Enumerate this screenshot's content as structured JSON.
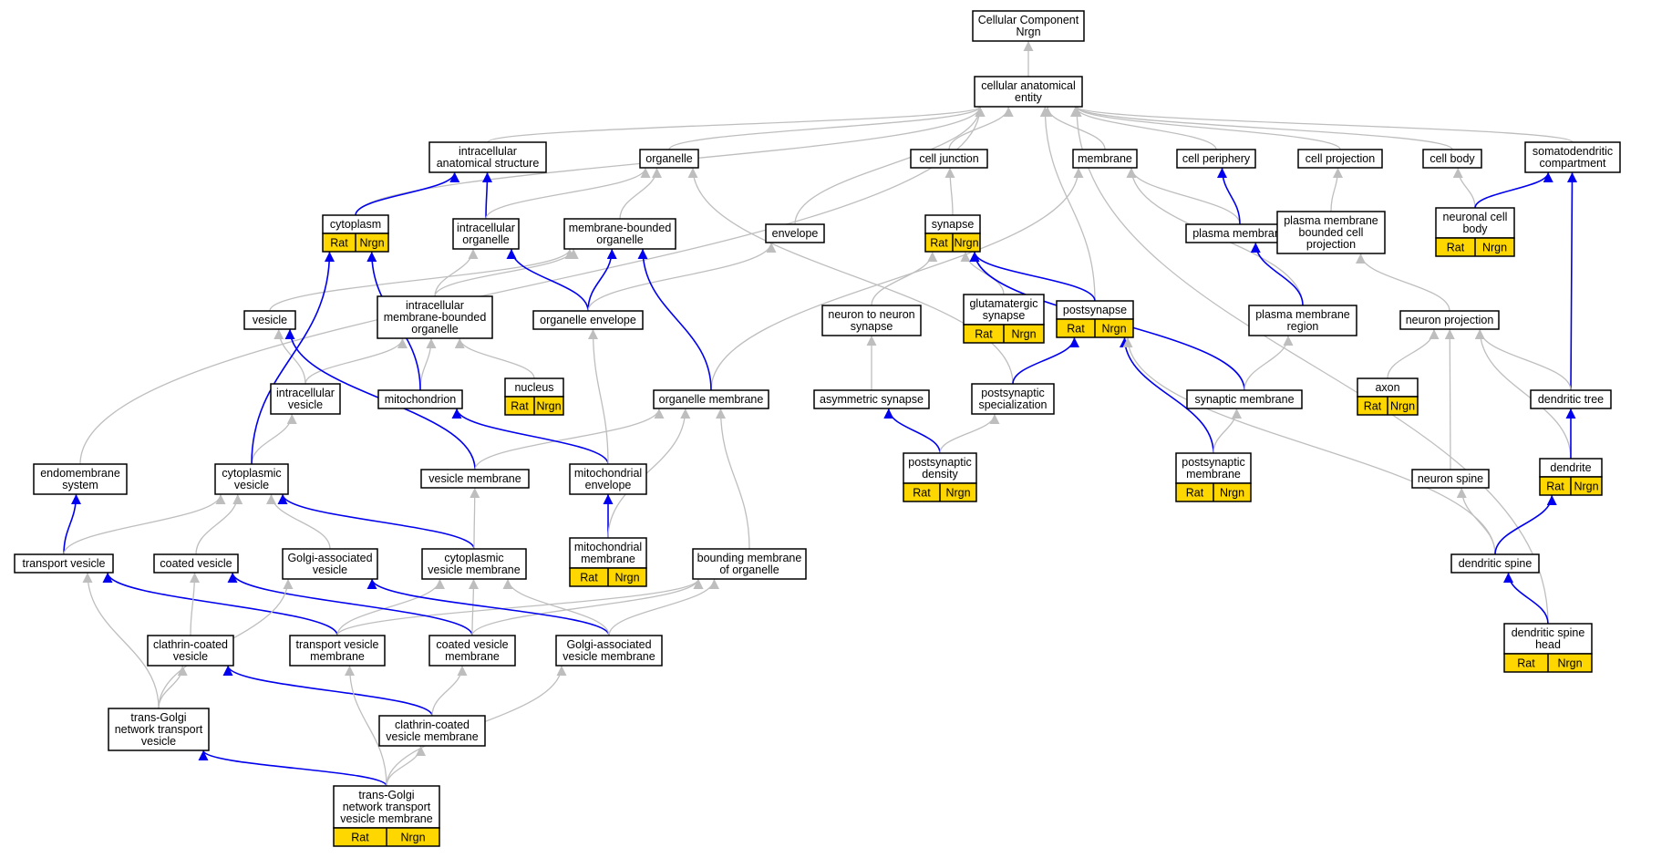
{
  "colors": {
    "background": "#ffffff",
    "node_fill": "#ffffff",
    "node_stroke": "#000000",
    "annotated_fill": "#ffd700",
    "edge_gray": "#bebebe",
    "edge_blue": "#0000ee"
  },
  "annotation_labels": [
    "Rat",
    "Nrgn"
  ],
  "nodes": [
    {
      "id": "root",
      "lines": [
        "Cellular Component",
        "Nrgn"
      ],
      "annotated": false
    },
    {
      "id": "cae",
      "lines": [
        "cellular anatomical",
        "entity"
      ],
      "annotated": false
    },
    {
      "id": "ias",
      "lines": [
        "intracellular",
        "anatomical structure"
      ],
      "annotated": false
    },
    {
      "id": "organelle",
      "lines": [
        "organelle"
      ],
      "annotated": false
    },
    {
      "id": "celljunction",
      "lines": [
        "cell junction"
      ],
      "annotated": false
    },
    {
      "id": "membrane",
      "lines": [
        "membrane"
      ],
      "annotated": false
    },
    {
      "id": "periphery",
      "lines": [
        "cell periphery"
      ],
      "annotated": false
    },
    {
      "id": "cellproj",
      "lines": [
        "cell projection"
      ],
      "annotated": false
    },
    {
      "id": "cellbody",
      "lines": [
        "cell body"
      ],
      "annotated": false
    },
    {
      "id": "somato",
      "lines": [
        "somatodendritic",
        "compartment"
      ],
      "annotated": false
    },
    {
      "id": "cytoplasm",
      "lines": [
        "cytoplasm"
      ],
      "annotated": true
    },
    {
      "id": "io",
      "lines": [
        "intracellular",
        "organelle"
      ],
      "annotated": false
    },
    {
      "id": "mbo",
      "lines": [
        "membrane-bounded",
        "organelle"
      ],
      "annotated": false
    },
    {
      "id": "envelope",
      "lines": [
        "envelope"
      ],
      "annotated": false
    },
    {
      "id": "synapse",
      "lines": [
        "synapse"
      ],
      "annotated": true
    },
    {
      "id": "pm",
      "lines": [
        "plasma membrane"
      ],
      "annotated": false
    },
    {
      "id": "pmbcp",
      "lines": [
        "plasma membrane",
        "bounded cell",
        "projection"
      ],
      "annotated": false
    },
    {
      "id": "ncb",
      "lines": [
        "neuronal cell",
        "body"
      ],
      "annotated": true
    },
    {
      "id": "vesicle",
      "lines": [
        "vesicle"
      ],
      "annotated": false
    },
    {
      "id": "imbo",
      "lines": [
        "intracellular",
        "membrane-bounded",
        "organelle"
      ],
      "annotated": false
    },
    {
      "id": "orgenv",
      "lines": [
        "organelle envelope"
      ],
      "annotated": false
    },
    {
      "id": "n2n",
      "lines": [
        "neuron to neuron",
        "synapse"
      ],
      "annotated": false
    },
    {
      "id": "glut",
      "lines": [
        "glutamatergic",
        "synapse"
      ],
      "annotated": true
    },
    {
      "id": "postsyn",
      "lines": [
        "postsynapse"
      ],
      "annotated": true
    },
    {
      "id": "pmr",
      "lines": [
        "plasma membrane",
        "region"
      ],
      "annotated": false
    },
    {
      "id": "neuproj",
      "lines": [
        "neuron projection"
      ],
      "annotated": false
    },
    {
      "id": "nucleus",
      "lines": [
        "nucleus"
      ],
      "annotated": true
    },
    {
      "id": "iv",
      "lines": [
        "intracellular",
        "vesicle"
      ],
      "annotated": false
    },
    {
      "id": "mito",
      "lines": [
        "mitochondrion"
      ],
      "annotated": false
    },
    {
      "id": "orgmem",
      "lines": [
        "organelle membrane"
      ],
      "annotated": false
    },
    {
      "id": "asym",
      "lines": [
        "asymmetric synapse"
      ],
      "annotated": false
    },
    {
      "id": "pss",
      "lines": [
        "postsynaptic",
        "specialization"
      ],
      "annotated": false
    },
    {
      "id": "synmem",
      "lines": [
        "synaptic membrane"
      ],
      "annotated": false
    },
    {
      "id": "axon",
      "lines": [
        "axon"
      ],
      "annotated": true
    },
    {
      "id": "dtree",
      "lines": [
        "dendritic tree"
      ],
      "annotated": false
    },
    {
      "id": "ems",
      "lines": [
        "endomembrane",
        "system"
      ],
      "annotated": false
    },
    {
      "id": "cytves",
      "lines": [
        "cytoplasmic",
        "vesicle"
      ],
      "annotated": false
    },
    {
      "id": "vesmem",
      "lines": [
        "vesicle membrane"
      ],
      "annotated": false
    },
    {
      "id": "mitoenv",
      "lines": [
        "mitochondrial",
        "envelope"
      ],
      "annotated": false
    },
    {
      "id": "psd",
      "lines": [
        "postsynaptic",
        "density"
      ],
      "annotated": true
    },
    {
      "id": "psm",
      "lines": [
        "postsynaptic",
        "membrane"
      ],
      "annotated": true
    },
    {
      "id": "nspine",
      "lines": [
        "neuron spine"
      ],
      "annotated": false
    },
    {
      "id": "dendrite",
      "lines": [
        "dendrite"
      ],
      "annotated": true
    },
    {
      "id": "tv",
      "lines": [
        "transport vesicle"
      ],
      "annotated": false
    },
    {
      "id": "cv",
      "lines": [
        "coated vesicle"
      ],
      "annotated": false
    },
    {
      "id": "gav",
      "lines": [
        "Golgi-associated",
        "vesicle"
      ],
      "annotated": false
    },
    {
      "id": "cvm",
      "lines": [
        "cytoplasmic",
        "vesicle membrane"
      ],
      "annotated": false
    },
    {
      "id": "mitomem",
      "lines": [
        "mitochondrial",
        "membrane"
      ],
      "annotated": true
    },
    {
      "id": "bmo",
      "lines": [
        "bounding membrane",
        "of organelle"
      ],
      "annotated": false
    },
    {
      "id": "dspine",
      "lines": [
        "dendritic spine"
      ],
      "annotated": false
    },
    {
      "id": "ccv",
      "lines": [
        "clathrin-coated",
        "vesicle"
      ],
      "annotated": false
    },
    {
      "id": "tvm",
      "lines": [
        "transport vesicle",
        "membrane"
      ],
      "annotated": false
    },
    {
      "id": "coatvm",
      "lines": [
        "coated vesicle",
        "membrane"
      ],
      "annotated": false
    },
    {
      "id": "gavm",
      "lines": [
        "Golgi-associated",
        "vesicle membrane"
      ],
      "annotated": false
    },
    {
      "id": "dsh",
      "lines": [
        "dendritic spine",
        "head"
      ],
      "annotated": true
    },
    {
      "id": "tgntv",
      "lines": [
        "trans-Golgi",
        "network transport",
        "vesicle"
      ],
      "annotated": false
    },
    {
      "id": "ccvm",
      "lines": [
        "clathrin-coated",
        "vesicle membrane"
      ],
      "annotated": false
    },
    {
      "id": "tgntvm",
      "lines": [
        "trans-Golgi",
        "network transport",
        "vesicle membrane"
      ],
      "annotated": true
    }
  ],
  "edges": [
    {
      "from": "cae",
      "to": "root",
      "relation": "is_a"
    },
    {
      "from": "ias",
      "to": "cae",
      "relation": "is_a"
    },
    {
      "from": "organelle",
      "to": "cae",
      "relation": "is_a"
    },
    {
      "from": "celljunction",
      "to": "cae",
      "relation": "is_a"
    },
    {
      "from": "membrane",
      "to": "cae",
      "relation": "is_a"
    },
    {
      "from": "periphery",
      "to": "cae",
      "relation": "is_a"
    },
    {
      "from": "cellproj",
      "to": "cae",
      "relation": "is_a"
    },
    {
      "from": "cellbody",
      "to": "cae",
      "relation": "is_a"
    },
    {
      "from": "somato",
      "to": "cae",
      "relation": "is_a"
    },
    {
      "from": "cytoplasm",
      "to": "cae",
      "relation": "is_a"
    },
    {
      "from": "envelope",
      "to": "cae",
      "relation": "is_a"
    },
    {
      "from": "postsyn",
      "to": "cae",
      "relation": "is_a"
    },
    {
      "from": "ems",
      "to": "cae",
      "relation": "is_a"
    },
    {
      "from": "dsh",
      "to": "cae",
      "relation": "is_a"
    },
    {
      "from": "cytoplasm",
      "to": "ias",
      "relation": "part_of"
    },
    {
      "from": "io",
      "to": "ias",
      "relation": "part_of"
    },
    {
      "from": "io",
      "to": "organelle",
      "relation": "is_a"
    },
    {
      "from": "mbo",
      "to": "organelle",
      "relation": "is_a"
    },
    {
      "from": "pss",
      "to": "organelle",
      "relation": "is_a"
    },
    {
      "from": "synapse",
      "to": "celljunction",
      "relation": "is_a"
    },
    {
      "from": "pm",
      "to": "membrane",
      "relation": "is_a"
    },
    {
      "from": "pmr",
      "to": "membrane",
      "relation": "is_a"
    },
    {
      "from": "orgmem",
      "to": "membrane",
      "relation": "is_a"
    },
    {
      "from": "pm",
      "to": "periphery",
      "relation": "part_of"
    },
    {
      "from": "pmbcp",
      "to": "cellproj",
      "relation": "is_a"
    },
    {
      "from": "ncb",
      "to": "cellbody",
      "relation": "is_a"
    },
    {
      "from": "ncb",
      "to": "somato",
      "relation": "part_of"
    },
    {
      "from": "dtree",
      "to": "somato",
      "relation": "part_of"
    },
    {
      "from": "vesicle",
      "to": "mbo",
      "relation": "is_a"
    },
    {
      "from": "imbo",
      "to": "mbo",
      "relation": "is_a"
    },
    {
      "from": "imbo",
      "to": "io",
      "relation": "is_a"
    },
    {
      "from": "orgenv",
      "to": "mbo",
      "relation": "part_of"
    },
    {
      "from": "orgenv",
      "to": "io",
      "relation": "part_of"
    },
    {
      "from": "orgenv",
      "to": "envelope",
      "relation": "is_a"
    },
    {
      "from": "orgmem",
      "to": "mbo",
      "relation": "part_of"
    },
    {
      "from": "n2n",
      "to": "synapse",
      "relation": "is_a"
    },
    {
      "from": "glut",
      "to": "synapse",
      "relation": "is_a"
    },
    {
      "from": "postsyn",
      "to": "synapse",
      "relation": "part_of"
    },
    {
      "from": "synmem",
      "to": "synapse",
      "relation": "part_of"
    },
    {
      "from": "pmr",
      "to": "pm",
      "relation": "part_of"
    },
    {
      "from": "synmem",
      "to": "pmr",
      "relation": "is_a"
    },
    {
      "from": "neuproj",
      "to": "pmbcp",
      "relation": "is_a"
    },
    {
      "from": "axon",
      "to": "neuproj",
      "relation": "is_a"
    },
    {
      "from": "dtree",
      "to": "neuproj",
      "relation": "is_a"
    },
    {
      "from": "nspine",
      "to": "neuproj",
      "relation": "is_a"
    },
    {
      "from": "dendrite",
      "to": "neuproj",
      "relation": "is_a"
    },
    {
      "from": "dendrite",
      "to": "dtree",
      "relation": "part_of"
    },
    {
      "from": "nucleus",
      "to": "imbo",
      "relation": "is_a"
    },
    {
      "from": "iv",
      "to": "vesicle",
      "relation": "is_a"
    },
    {
      "from": "iv",
      "to": "imbo",
      "relation": "is_a"
    },
    {
      "from": "mito",
      "to": "imbo",
      "relation": "is_a"
    },
    {
      "from": "mito",
      "to": "cytoplasm",
      "relation": "part_of"
    },
    {
      "from": "cytves",
      "to": "iv",
      "relation": "is_a"
    },
    {
      "from": "cytves",
      "to": "cytoplasm",
      "relation": "part_of"
    },
    {
      "from": "vesmem",
      "to": "vesicle",
      "relation": "part_of"
    },
    {
      "from": "vesmem",
      "to": "orgmem",
      "relation": "is_a"
    },
    {
      "from": "mitoenv",
      "to": "mito",
      "relation": "part_of"
    },
    {
      "from": "mitoenv",
      "to": "orgenv",
      "relation": "is_a"
    },
    {
      "from": "mitomem",
      "to": "mitoenv",
      "relation": "part_of"
    },
    {
      "from": "mitomem",
      "to": "orgmem",
      "relation": "is_a"
    },
    {
      "from": "bmo",
      "to": "orgmem",
      "relation": "is_a"
    },
    {
      "from": "asym",
      "to": "n2n",
      "relation": "is_a"
    },
    {
      "from": "psd",
      "to": "asym",
      "relation": "part_of"
    },
    {
      "from": "psd",
      "to": "pss",
      "relation": "is_a"
    },
    {
      "from": "pss",
      "to": "postsyn",
      "relation": "part_of"
    },
    {
      "from": "psm",
      "to": "postsyn",
      "relation": "part_of"
    },
    {
      "from": "psm",
      "to": "synmem",
      "relation": "is_a"
    },
    {
      "from": "dspine",
      "to": "postsyn",
      "relation": "is_a"
    },
    {
      "from": "dspine",
      "to": "nspine",
      "relation": "is_a"
    },
    {
      "from": "dspine",
      "to": "dendrite",
      "relation": "part_of"
    },
    {
      "from": "dsh",
      "to": "dspine",
      "relation": "part_of"
    },
    {
      "from": "tv",
      "to": "ems",
      "relation": "part_of"
    },
    {
      "from": "tv",
      "to": "cytves",
      "relation": "is_a"
    },
    {
      "from": "cv",
      "to": "cytves",
      "relation": "is_a"
    },
    {
      "from": "gav",
      "to": "cytves",
      "relation": "is_a"
    },
    {
      "from": "cvm",
      "to": "cytves",
      "relation": "part_of"
    },
    {
      "from": "cvm",
      "to": "vesmem",
      "relation": "is_a"
    },
    {
      "from": "tvm",
      "to": "tv",
      "relation": "part_of"
    },
    {
      "from": "tvm",
      "to": "cvm",
      "relation": "is_a"
    },
    {
      "from": "tvm",
      "to": "bmo",
      "relation": "is_a"
    },
    {
      "from": "coatvm",
      "to": "cv",
      "relation": "part_of"
    },
    {
      "from": "coatvm",
      "to": "cvm",
      "relation": "is_a"
    },
    {
      "from": "coatvm",
      "to": "bmo",
      "relation": "is_a"
    },
    {
      "from": "gavm",
      "to": "gav",
      "relation": "part_of"
    },
    {
      "from": "gavm",
      "to": "cvm",
      "relation": "is_a"
    },
    {
      "from": "gavm",
      "to": "bmo",
      "relation": "is_a"
    },
    {
      "from": "ccv",
      "to": "cv",
      "relation": "is_a"
    },
    {
      "from": "tgntv",
      "to": "tv",
      "relation": "is_a"
    },
    {
      "from": "tgntv",
      "to": "gav",
      "relation": "is_a"
    },
    {
      "from": "tgntv",
      "to": "ccv",
      "relation": "is_a"
    },
    {
      "from": "ccvm",
      "to": "ccv",
      "relation": "part_of"
    },
    {
      "from": "ccvm",
      "to": "coatvm",
      "relation": "is_a"
    },
    {
      "from": "tgntvm",
      "to": "tgntv",
      "relation": "part_of"
    },
    {
      "from": "tgntvm",
      "to": "ccvm",
      "relation": "is_a"
    },
    {
      "from": "tgntvm",
      "to": "tvm",
      "relation": "is_a"
    },
    {
      "from": "tgntvm",
      "to": "gavm",
      "relation": "is_a"
    }
  ]
}
